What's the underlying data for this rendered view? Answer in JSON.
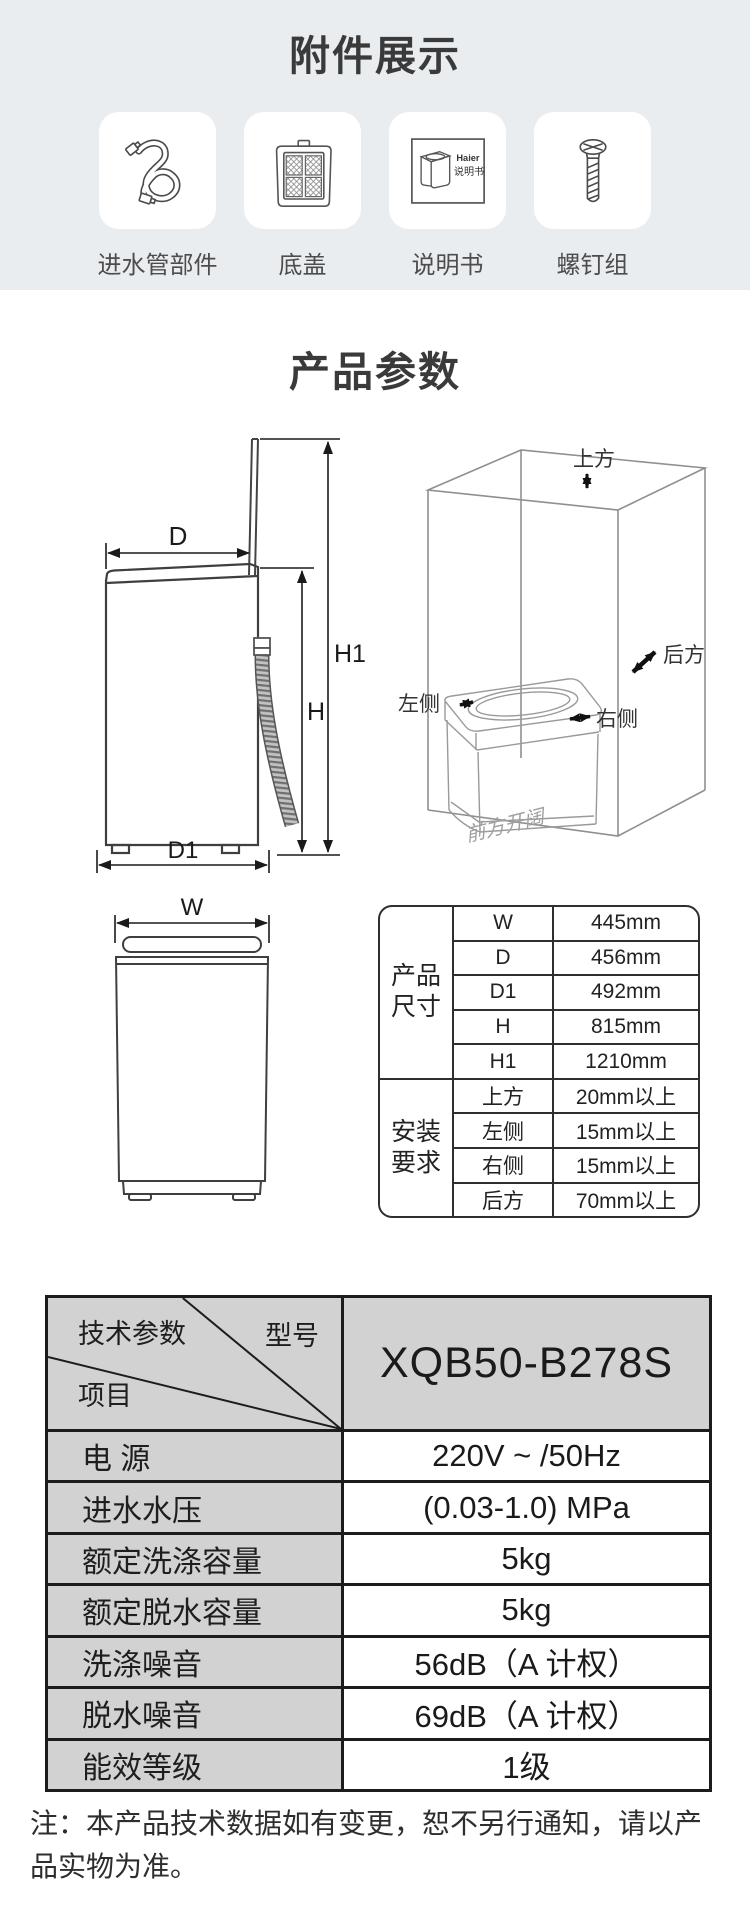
{
  "colors": {
    "section_bg": "#e9edf0",
    "table_gray": "#d2d2d2",
    "line": "#2f2f2f",
    "text": "#333333",
    "faded_note": "#a0a0a0"
  },
  "accessories": {
    "title": "附件展示",
    "items": [
      {
        "label": "进水管部件"
      },
      {
        "label": "底盖"
      },
      {
        "label": "说明书",
        "brand": "Haier",
        "doc": "说明书"
      },
      {
        "label": "螺钉组"
      }
    ]
  },
  "parameters": {
    "title": "产品参数",
    "side_view": {
      "depth": "D",
      "height_total": "H1",
      "height_body": "H",
      "base_depth": "D1"
    },
    "front_view": {
      "width": "W"
    },
    "clearance_view": {
      "top": "上方",
      "left": "左侧",
      "right": "右侧",
      "back": "后方",
      "front_note": "前方开阔"
    },
    "dimensions_table": {
      "groups": [
        {
          "header": "产品\n尺寸",
          "rows": [
            [
              "W",
              "445mm"
            ],
            [
              "D",
              "456mm"
            ],
            [
              "D1",
              "492mm"
            ],
            [
              "H",
              "815mm"
            ],
            [
              "H1",
              "1210mm"
            ]
          ]
        },
        {
          "header": "安装\n要求",
          "rows": [
            [
              "上方",
              "20mm以上"
            ],
            [
              "左侧",
              "15mm以上"
            ],
            [
              "右侧",
              "15mm以上"
            ],
            [
              "后方",
              "70mm以上"
            ]
          ]
        }
      ]
    }
  },
  "spec_table": {
    "corner": {
      "top_left": "技术参数",
      "top_right": "型号",
      "bottom_left": "项目"
    },
    "model": "XQB50-B278S",
    "rows": [
      {
        "label": "电 源",
        "value": "220V ~ /50Hz"
      },
      {
        "label": "进水水压",
        "value": "(0.03-1.0) MPa"
      },
      {
        "label": "额定洗涤容量",
        "value": "5kg"
      },
      {
        "label": "额定脱水容量",
        "value": "5kg"
      },
      {
        "label": "洗涤噪音",
        "value": "56dB（A 计权）"
      },
      {
        "label": "脱水噪音",
        "value": "69dB（A 计权）"
      },
      {
        "label": "能效等级",
        "value": "1级"
      }
    ]
  },
  "footnote": "注：本产品技术数据如有变更，恕不另行通知，请以产品实物为准。"
}
